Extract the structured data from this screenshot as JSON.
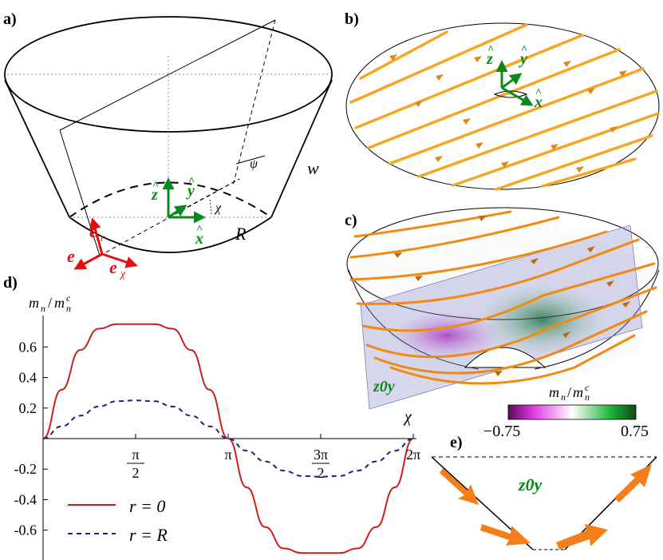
{
  "panels": {
    "a": {
      "label": "a)",
      "e_r": "e",
      "e_r_sub": "r",
      "e_n": "e",
      "e_n_sub": "n",
      "e_chi": "e",
      "e_chi_sub": "χ",
      "psi": "ψ",
      "chi": "χ",
      "w": "w",
      "R": "R",
      "zhat": "z",
      "yhat": "y",
      "xhat": "x",
      "hat": "^"
    },
    "b": {
      "label": "b)",
      "zhat": "z",
      "yhat": "y",
      "xhat": "x",
      "hat": "^"
    },
    "c": {
      "label": "c)",
      "plane_label": "z0y",
      "colorbar_title_m": "m",
      "colorbar_title_n": "n",
      "colorbar_title_sup": "c",
      "colorbar_min": "−0.75",
      "colorbar_max": "0.75",
      "colors": {
        "neg": "#7a0a7a",
        "mid": "#ffffff",
        "pos": "#0a6a1a"
      }
    },
    "d": {
      "label": "d)"
    },
    "e": {
      "label": "e)",
      "plane_label": "z0y",
      "arrow_color": "#f47f1a"
    }
  },
  "chart_data": {
    "type": "line",
    "ylabel_m": "m",
    "ylabel_n": "n",
    "ylabel_sup": "c",
    "xlabel": "χ",
    "ylim": [
      -0.8,
      0.8
    ],
    "xlim": [
      0,
      6.2832
    ],
    "yticks": [
      "0.6",
      "0.4",
      "0.2",
      "-0.2",
      "-0.4",
      "-0.6"
    ],
    "ytick_values": [
      0.6,
      0.4,
      0.2,
      -0.2,
      -0.4,
      -0.6
    ],
    "xticks": [
      {
        "num": "π",
        "den": "2",
        "value": 1.5708
      },
      {
        "num": "π",
        "den": "",
        "value": 3.1416
      },
      {
        "num": "3π",
        "den": "2",
        "value": 4.7124
      },
      {
        "num": "2π",
        "den": "",
        "value": 6.2832
      }
    ],
    "series": [
      {
        "name": "r = 0",
        "color": "#cc1f1f",
        "style": "solid",
        "x": [
          0,
          0.314,
          0.628,
          0.942,
          1.257,
          1.571,
          1.885,
          2.199,
          2.513,
          2.827,
          3.142,
          3.456,
          3.77,
          4.084,
          4.398,
          4.712,
          5.027,
          5.341,
          5.655,
          5.969,
          6.283
        ],
        "y": [
          0,
          0.32,
          0.58,
          0.72,
          0.75,
          0.75,
          0.75,
          0.72,
          0.58,
          0.32,
          0,
          -0.32,
          -0.58,
          -0.72,
          -0.75,
          -0.75,
          -0.75,
          -0.72,
          -0.58,
          -0.32,
          0
        ]
      },
      {
        "name": "r = R",
        "color": "#1a237e",
        "style": "dashed",
        "x": [
          0,
          0.314,
          0.628,
          0.942,
          1.257,
          1.571,
          1.885,
          2.199,
          2.513,
          2.827,
          3.142,
          3.456,
          3.77,
          4.084,
          4.398,
          4.712,
          5.027,
          5.341,
          5.655,
          5.969,
          6.283
        ],
        "y": [
          0,
          0.08,
          0.15,
          0.21,
          0.245,
          0.25,
          0.245,
          0.21,
          0.15,
          0.08,
          0,
          -0.08,
          -0.15,
          -0.21,
          -0.245,
          -0.25,
          -0.245,
          -0.21,
          -0.15,
          -0.08,
          0
        ]
      }
    ],
    "legend": [
      {
        "label": "r = 0"
      },
      {
        "label": "r = R"
      }
    ]
  }
}
